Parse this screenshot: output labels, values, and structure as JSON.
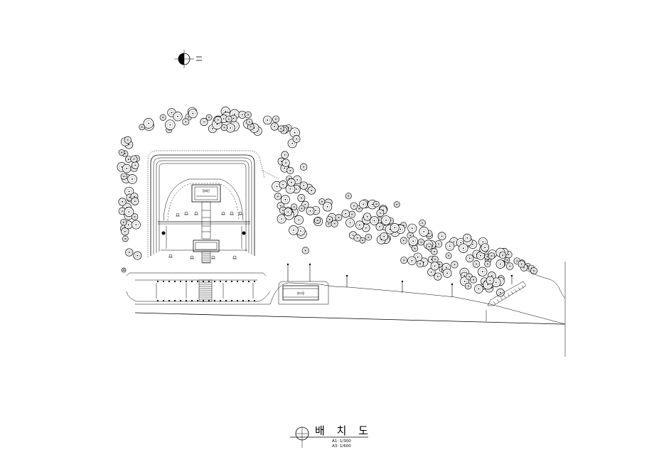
{
  "drawing": {
    "title": "배 치 도",
    "scale_a1": "A1: 1/300",
    "scale_a3": "A3: 1/600",
    "building_label_main": "참배단",
    "building_label_side": "관리동"
  },
  "north_arrow": {
    "icon": "north-arrow-icon"
  },
  "tree_symbol": {
    "icon": "tree-canopy-icon",
    "fill": "#ffffff",
    "stroke": "#000000"
  }
}
